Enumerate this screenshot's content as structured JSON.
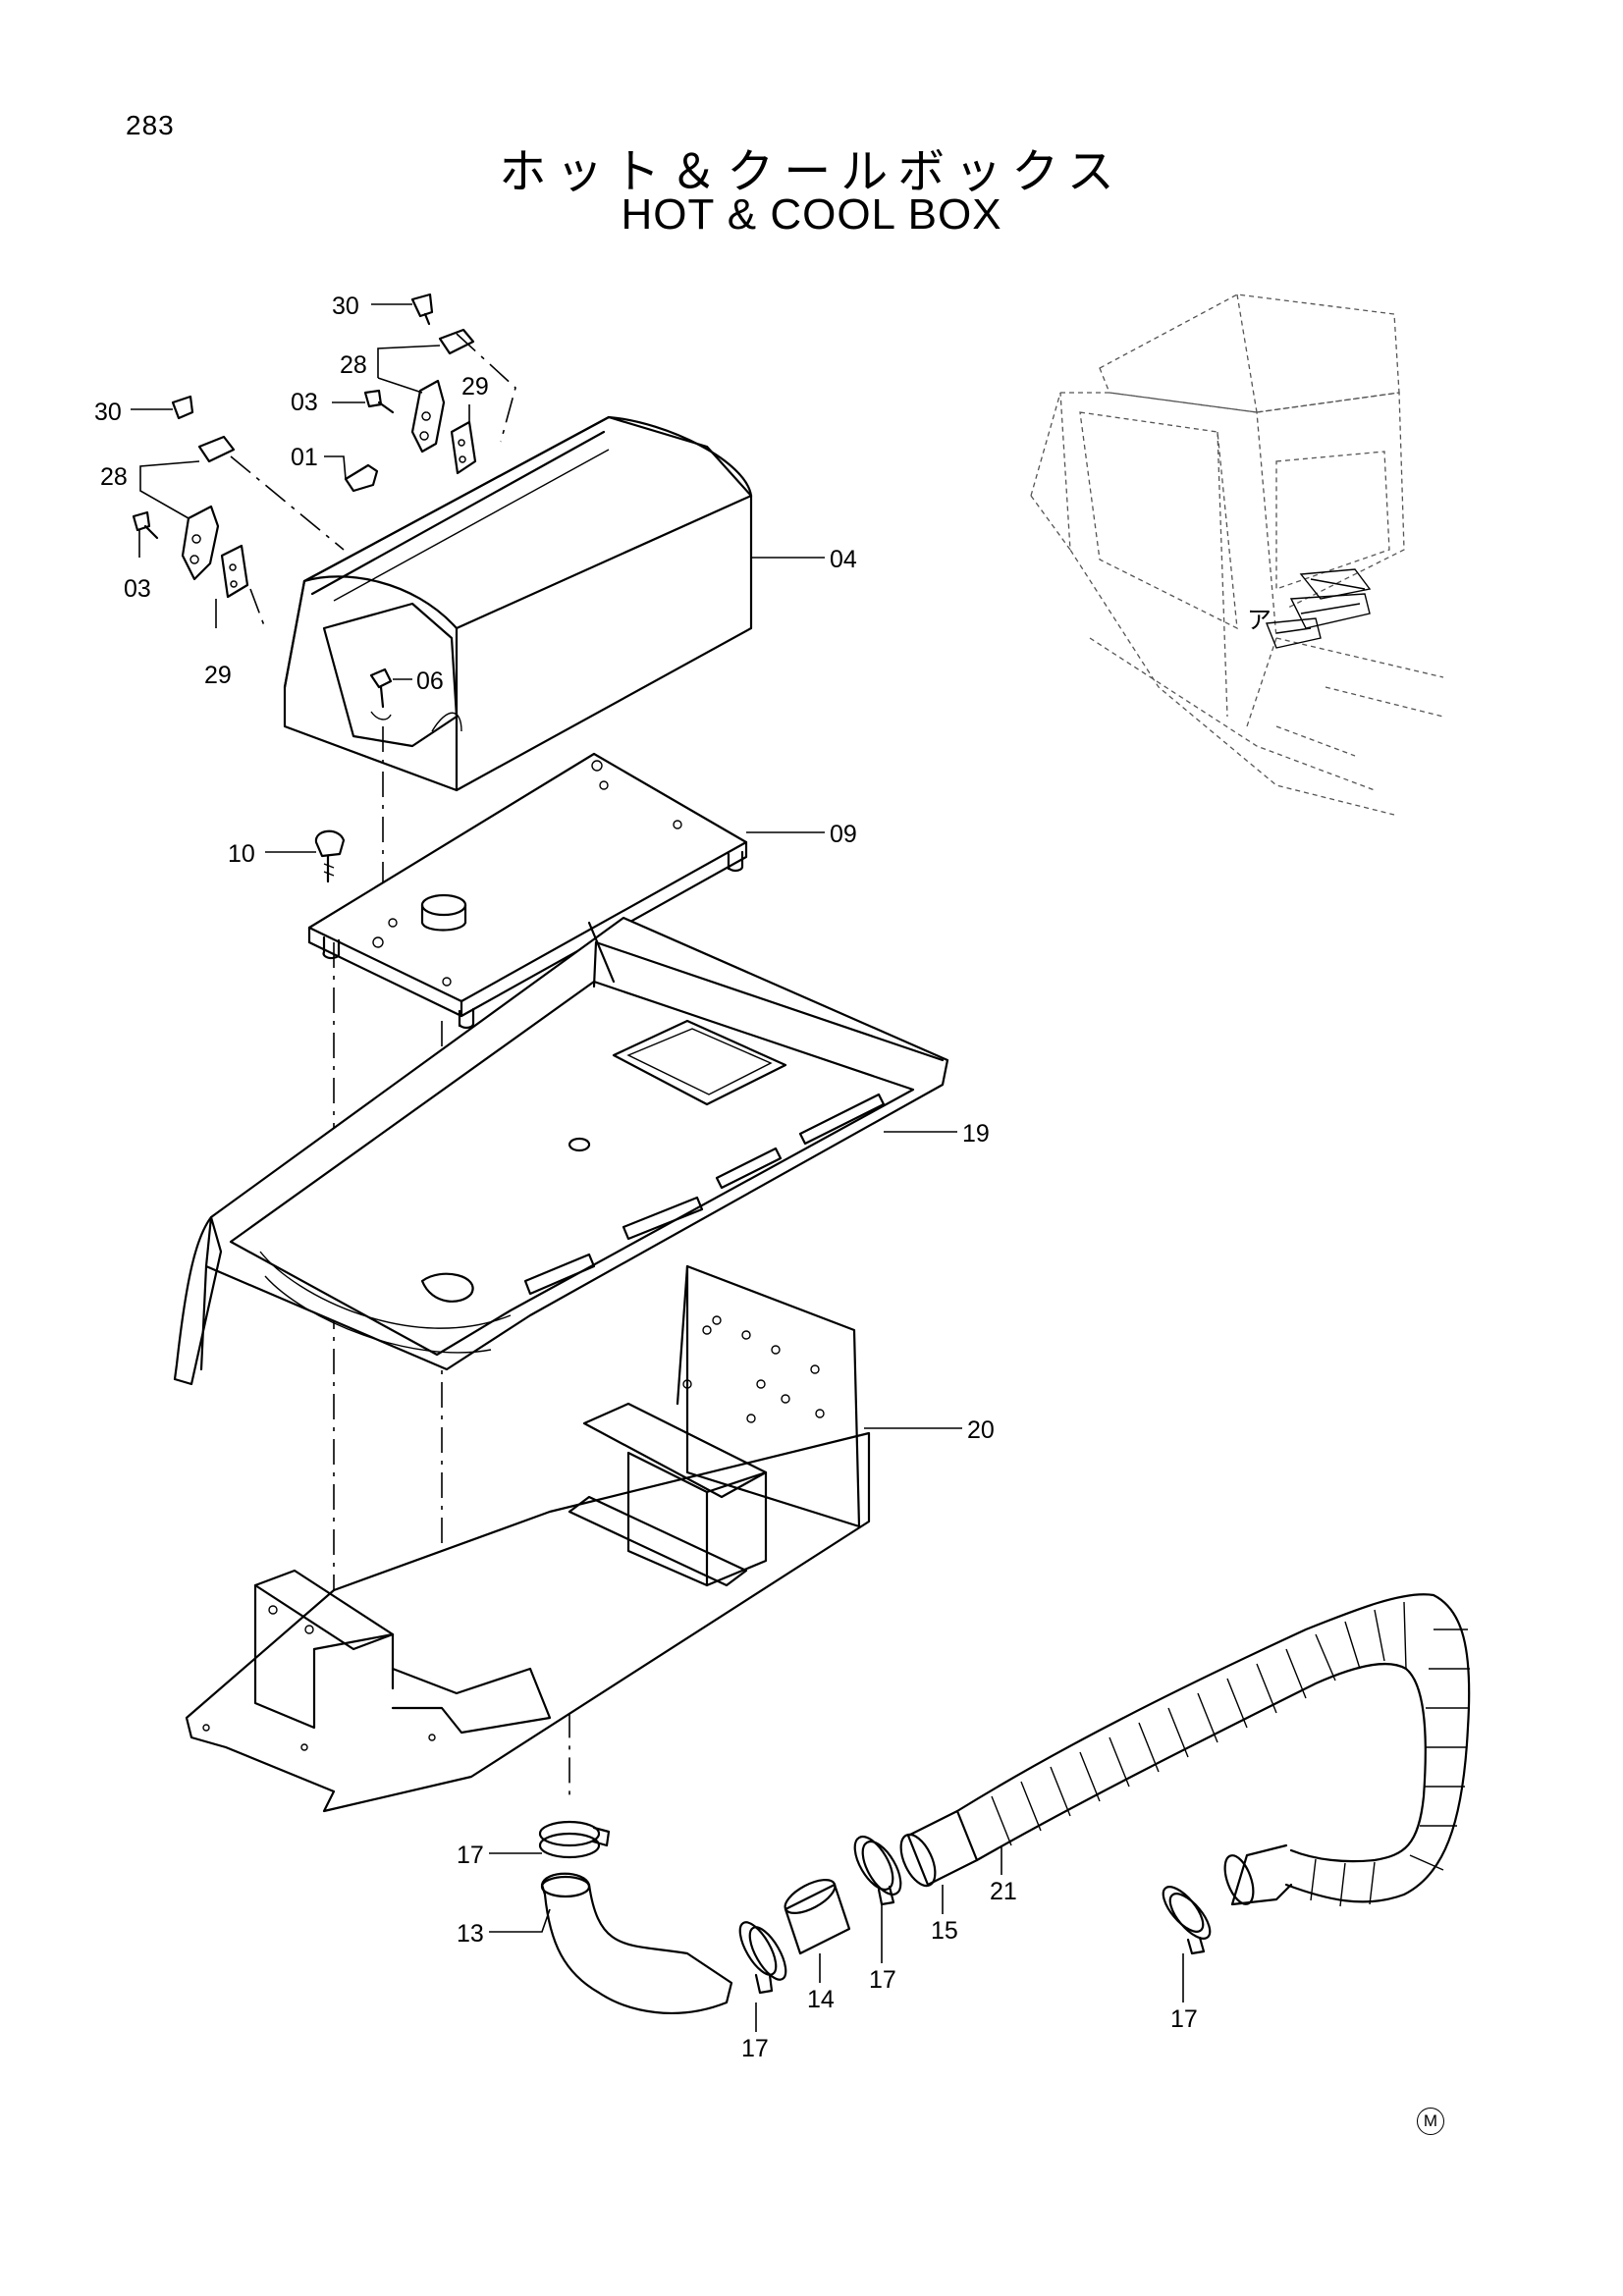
{
  "page": {
    "number": "283"
  },
  "title": {
    "japanese": "ホット＆クールボックス",
    "english": "HOT & COOL  BOX"
  },
  "parts": [
    {
      "id": "callout-30-top",
      "label": "30"
    },
    {
      "id": "callout-28-top",
      "label": "28"
    },
    {
      "id": "callout-29-top",
      "label": "29"
    },
    {
      "id": "callout-03-top",
      "label": "03"
    },
    {
      "id": "callout-01",
      "label": "01"
    },
    {
      "id": "callout-30-left",
      "label": "30"
    },
    {
      "id": "callout-28-left",
      "label": "28"
    },
    {
      "id": "callout-03-left",
      "label": "03"
    },
    {
      "id": "callout-29-left",
      "label": "29"
    },
    {
      "id": "callout-04",
      "label": "04"
    },
    {
      "id": "callout-06",
      "label": "06"
    },
    {
      "id": "callout-10",
      "label": "10"
    },
    {
      "id": "callout-09",
      "label": "09"
    },
    {
      "id": "callout-19",
      "label": "19"
    },
    {
      "id": "callout-20",
      "label": "20"
    },
    {
      "id": "callout-17-upper",
      "label": "17"
    },
    {
      "id": "callout-13",
      "label": "13"
    },
    {
      "id": "callout-17-left",
      "label": "17"
    },
    {
      "id": "callout-14",
      "label": "14"
    },
    {
      "id": "callout-17-mid",
      "label": "17"
    },
    {
      "id": "callout-15",
      "label": "15"
    },
    {
      "id": "callout-21",
      "label": "21"
    },
    {
      "id": "callout-17-right",
      "label": "17"
    }
  ],
  "inset": {
    "marker": "ア"
  },
  "footer": {
    "mark": "M"
  }
}
